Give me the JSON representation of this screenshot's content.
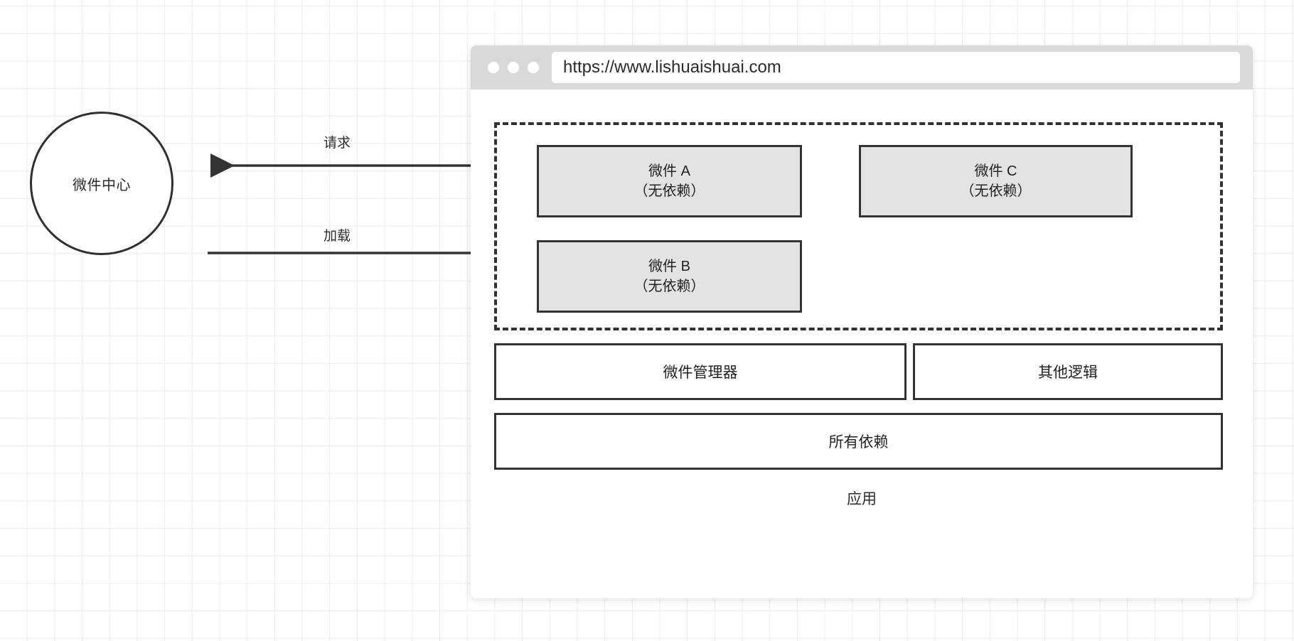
{
  "canvas": {
    "background": "#ffffff",
    "grid_color": "#ececec"
  },
  "hub": {
    "label": "微件中心",
    "shape": "circle",
    "border_color": "#2f2f2f"
  },
  "connections": [
    {
      "id": "request",
      "label": "请求",
      "direction": "hub-left",
      "from": "application",
      "to": "微件中心"
    },
    {
      "id": "load",
      "label": "加载",
      "direction": "hub-right",
      "from": "微件中心",
      "to": "application"
    }
  ],
  "browser": {
    "url": "https://www.lishuaishuai.com",
    "chrome_color": "#d9d9d9",
    "traffic_light_color": "#ffffff",
    "traffic_lights": [
      "dot-1",
      "dot-2",
      "dot-3"
    ]
  },
  "widget_zone": {
    "border_style": "dashed",
    "border_color": "#323232",
    "widgets": [
      {
        "id": "a",
        "title": "微件 A",
        "subtitle": "（无依赖）",
        "fill": "#e3e3e3"
      },
      {
        "id": "b",
        "title": "微件 B",
        "subtitle": "（无依赖）",
        "fill": "#e3e3e3"
      },
      {
        "id": "c",
        "title": "微件 C",
        "subtitle": "（无依赖）",
        "fill": "#e3e3e3"
      }
    ]
  },
  "app_blocks": [
    {
      "id": "manager",
      "label": "微件管理器"
    },
    {
      "id": "other",
      "label": "其他逻辑"
    },
    {
      "id": "deps",
      "label": "所有依赖"
    }
  ],
  "app_caption": "应用"
}
